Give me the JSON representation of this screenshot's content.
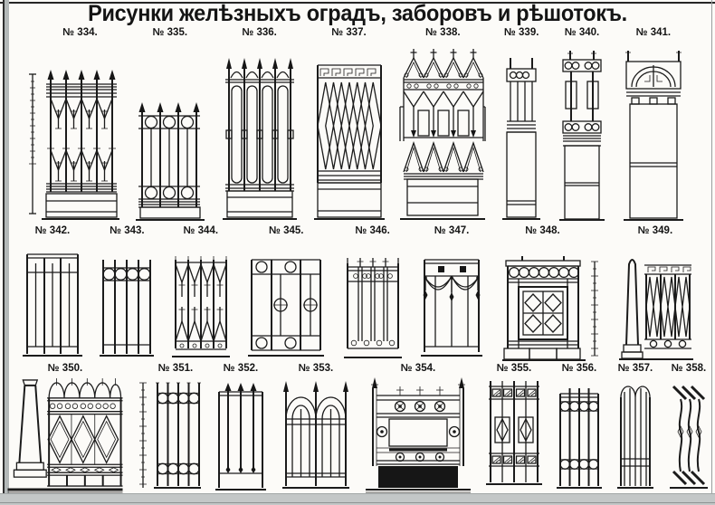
{
  "page": {
    "title": "Рисунки желѣзныхъ оградъ, заборовъ и рѣшотокъ."
  },
  "figures": [
    {
      "label": "№ 334.",
      "design": "spear-fence-w-scroll-panels-with-scale"
    },
    {
      "label": "№ 335.",
      "design": "spear-fence-circle-bands"
    },
    {
      "label": "№ 336.",
      "design": "spear-fence-oblong-loops"
    },
    {
      "label": "№ 337.",
      "design": "meander-top-diamond-lattice"
    },
    {
      "label": "№ 338.",
      "design": "gothic-peaks-cartouche-fence"
    },
    {
      "label": "№ 339.",
      "design": "narrow-pilaster-circles"
    },
    {
      "label": "№ 340.",
      "design": "pilaster-circle-bands-slots"
    },
    {
      "label": "№ 341.",
      "design": "pilaster-arched-cap"
    },
    {
      "label": "№ 342.",
      "design": "plain-bar-grille"
    },
    {
      "label": "№ 343.",
      "design": "circle-top-grille"
    },
    {
      "label": "№ 344.",
      "design": "chevron-motif-grille"
    },
    {
      "label": "№ 345.",
      "design": "grid-circle-grille"
    },
    {
      "label": "№ 346.",
      "design": "paired-bar-scroll-grille"
    },
    {
      "label": "№ 347.",
      "design": "swag-drapery-grille"
    },
    {
      "label": "№ 348.",
      "design": "diamond-panel-parapet-with-scale"
    },
    {
      "label": "№ 349.",
      "design": "obelisk-diamond-lattice-fence"
    },
    {
      "label": "№ 350.",
      "design": "obelisk-arcade-lattice-fence"
    },
    {
      "label": "№ 351.",
      "design": "circle-row-grille-with-scale"
    },
    {
      "label": "№ 352.",
      "design": "arrow-bar-grille"
    },
    {
      "label": "№ 353.",
      "design": "double-arch-gate"
    },
    {
      "label": "№ 354.",
      "design": "rosette-lattice-fence-black-base"
    },
    {
      "label": "№ 355.",
      "design": "hatched-band-diamond-grille"
    },
    {
      "label": "№ 356.",
      "design": "circle-row-grille"
    },
    {
      "label": "№ 357.",
      "design": "narrow-arch-gate"
    },
    {
      "label": "№ 358.",
      "design": "zigzag-baluster-grille"
    }
  ]
}
